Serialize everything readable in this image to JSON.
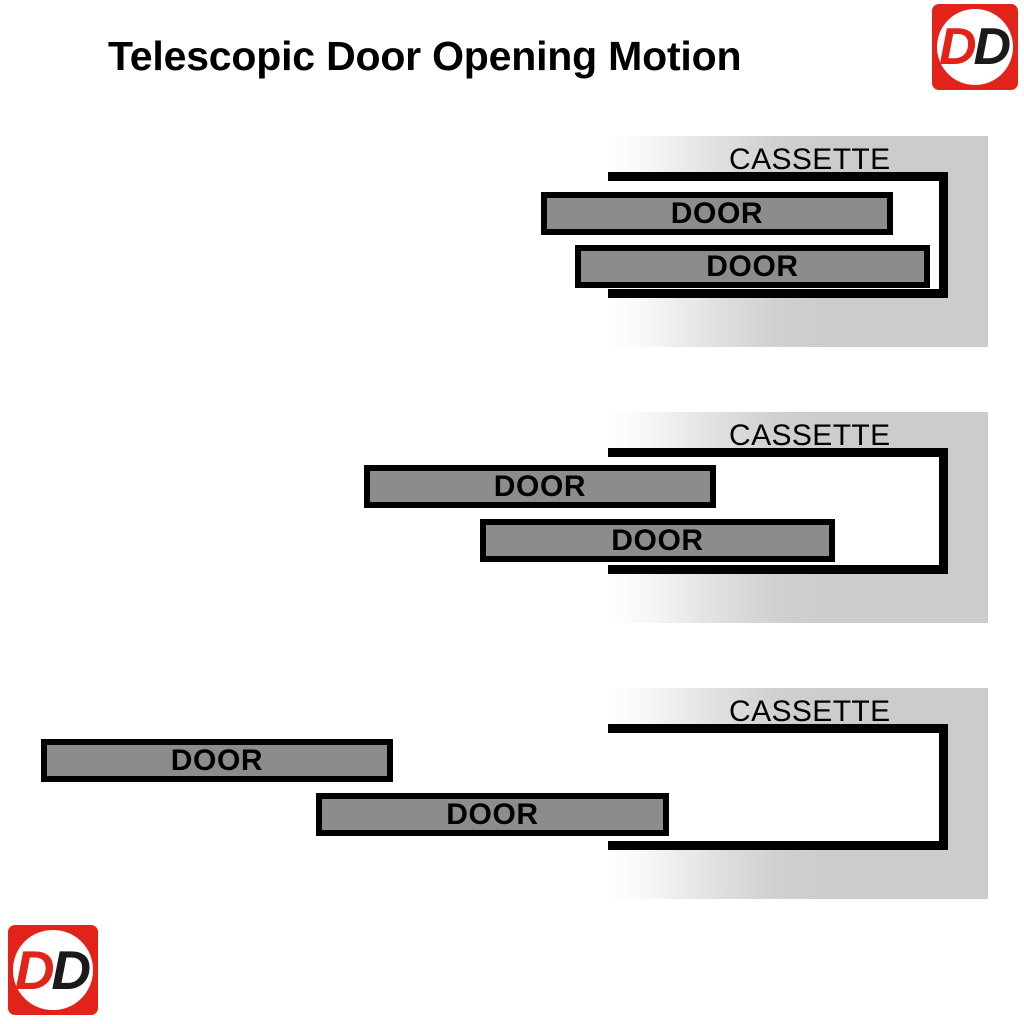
{
  "page": {
    "title": "Telescopic Door Opening Motion",
    "background_color": "#ffffff"
  },
  "colors": {
    "logo_red": "#e2231a",
    "logo_dark": "#1a1a1a",
    "door_fill": "#8c8c8c",
    "door_border": "#000000",
    "cassette_band": "#cccccc",
    "cassette_pocket": "#ffffff",
    "text": "#000000"
  },
  "logos": {
    "top_right": {
      "letter_1": "D",
      "letter_2": "D"
    },
    "bottom_left": {
      "letter_1": "D",
      "letter_2": "D"
    }
  },
  "panels": [
    {
      "stage": "closed",
      "cassette_label": "CASSETTE",
      "doors": [
        {
          "label": "DOOR",
          "position": "upper"
        },
        {
          "label": "DOOR",
          "position": "lower"
        }
      ]
    },
    {
      "stage": "half-open",
      "cassette_label": "CASSETTE",
      "doors": [
        {
          "label": "DOOR",
          "position": "upper"
        },
        {
          "label": "DOOR",
          "position": "lower"
        }
      ]
    },
    {
      "stage": "fully-open",
      "cassette_label": "CASSETTE",
      "doors": [
        {
          "label": "DOOR",
          "position": "upper"
        },
        {
          "label": "DOOR",
          "position": "lower"
        }
      ]
    }
  ]
}
